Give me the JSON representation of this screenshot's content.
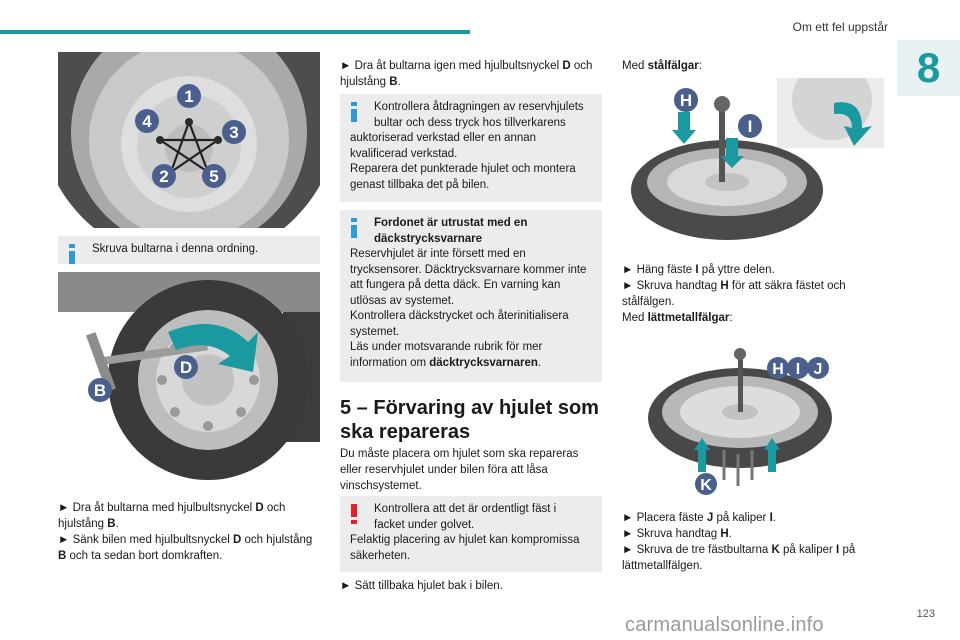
{
  "header": {
    "title": "Om ett fel uppstår",
    "chapter": "8",
    "page": "123"
  },
  "watermark": "carmanualsonline.info",
  "col1": {
    "bolt_numbers": [
      "1",
      "2",
      "3",
      "4",
      "5"
    ],
    "tip_text": "Skruva bultarna i denna ordning.",
    "fig2_labels": {
      "d": "D",
      "b": "B"
    },
    "bullet1_pre": "► Dra åt bultarna med hjulbultsnyckel ",
    "bullet1_d": "D",
    "bullet1_mid": " och hjulstång ",
    "bullet1_b": "B",
    "bullet1_end": ".",
    "bullet2_pre": "► Sänk bilen med hjulbultsnyckel ",
    "bullet2_d": "D",
    "bullet2_mid": " och hjulstång ",
    "bullet2_b": "B",
    "bullet2_end": " och ta sedan bort domkraften."
  },
  "col2": {
    "bullet_pre": "► Dra åt bultarna igen med hjulbultsnyckel ",
    "bullet_d": "D",
    "bullet_mid": " och hjulstång ",
    "bullet_b": "B",
    "bullet_end": ".",
    "info1_l1": "Kontrollera åtdragningen av reservhjulets",
    "info1_l2": "bultar och dess tryck hos tillverkarens",
    "info1_rest": "auktoriserad verkstad eller en annan kvalificerad verkstad.",
    "info1_rest2": "Reparera det punkterade hjulet och montera genast tillbaka det på bilen.",
    "info2_title1": "Fordonet är utrustat med en",
    "info2_title2": "däckstrycksvarnare",
    "info2_p1": "Reservhjulet är inte försett med en trycksensorer. Däcktrycksvarnare kommer inte att fungera på detta däck. En varning kan utlösas av systemet.",
    "info2_p2": "Kontrollera däckstrycket och återinitialisera systemet.",
    "info2_p3_pre": "Läs under motsvarande rubrik för mer information om ",
    "info2_p3_bold": "däcktrycksvarnaren",
    "info2_p3_end": ".",
    "heading": "5 – Förvaring av hjulet som ska repareras",
    "intro": "Du måste placera om hjulet som ska repareras eller reservhjulet under bilen föra att låsa vinschsystemet.",
    "warn_l1": "Kontrollera att det är ordentligt fäst i",
    "warn_l2": "facket under golvet.",
    "warn_rest": "Felaktig placering av hjulet kan kompromissa säkerheten.",
    "final_bullet": "► Sätt tillbaka hjulet bak i bilen."
  },
  "col3": {
    "steel_pre": "Med ",
    "steel_bold": "stålfälgar",
    "steel_end": ":",
    "fig3_labels": {
      "h": "H",
      "i": "I"
    },
    "b1_pre": "► Häng fäste ",
    "b1_i": "I",
    "b1_end": " på yttre delen.",
    "b2_pre": "► Skruva handtag ",
    "b2_h": "H",
    "b2_end": " för att säkra fästet och stålfälgen.",
    "alloy_pre": "Med ",
    "alloy_bold": "lättmetallfälgar",
    "alloy_end": ":",
    "fig4_labels": {
      "h": "H",
      "i": "I",
      "j": "J",
      "k": "K"
    },
    "c1_pre": "► Placera fäste ",
    "c1_j": "J",
    "c1_mid": " på kaliper ",
    "c1_i": "I",
    "c1_end": ".",
    "c2_pre": "► Skruva handtag ",
    "c2_h": "H",
    "c2_end": ".",
    "c3_pre": "► Skruva de tre fästbultarna ",
    "c3_k": "K",
    "c3_mid": " på kaliper ",
    "c3_i": "I",
    "c3_end": " på lättmetallfälgen."
  },
  "colors": {
    "accent": "#1a9aa0",
    "info_icon": "#2a9cd8",
    "warn_icon": "#e0202a",
    "badge": "#4a5f8c",
    "box": "#ececec"
  }
}
